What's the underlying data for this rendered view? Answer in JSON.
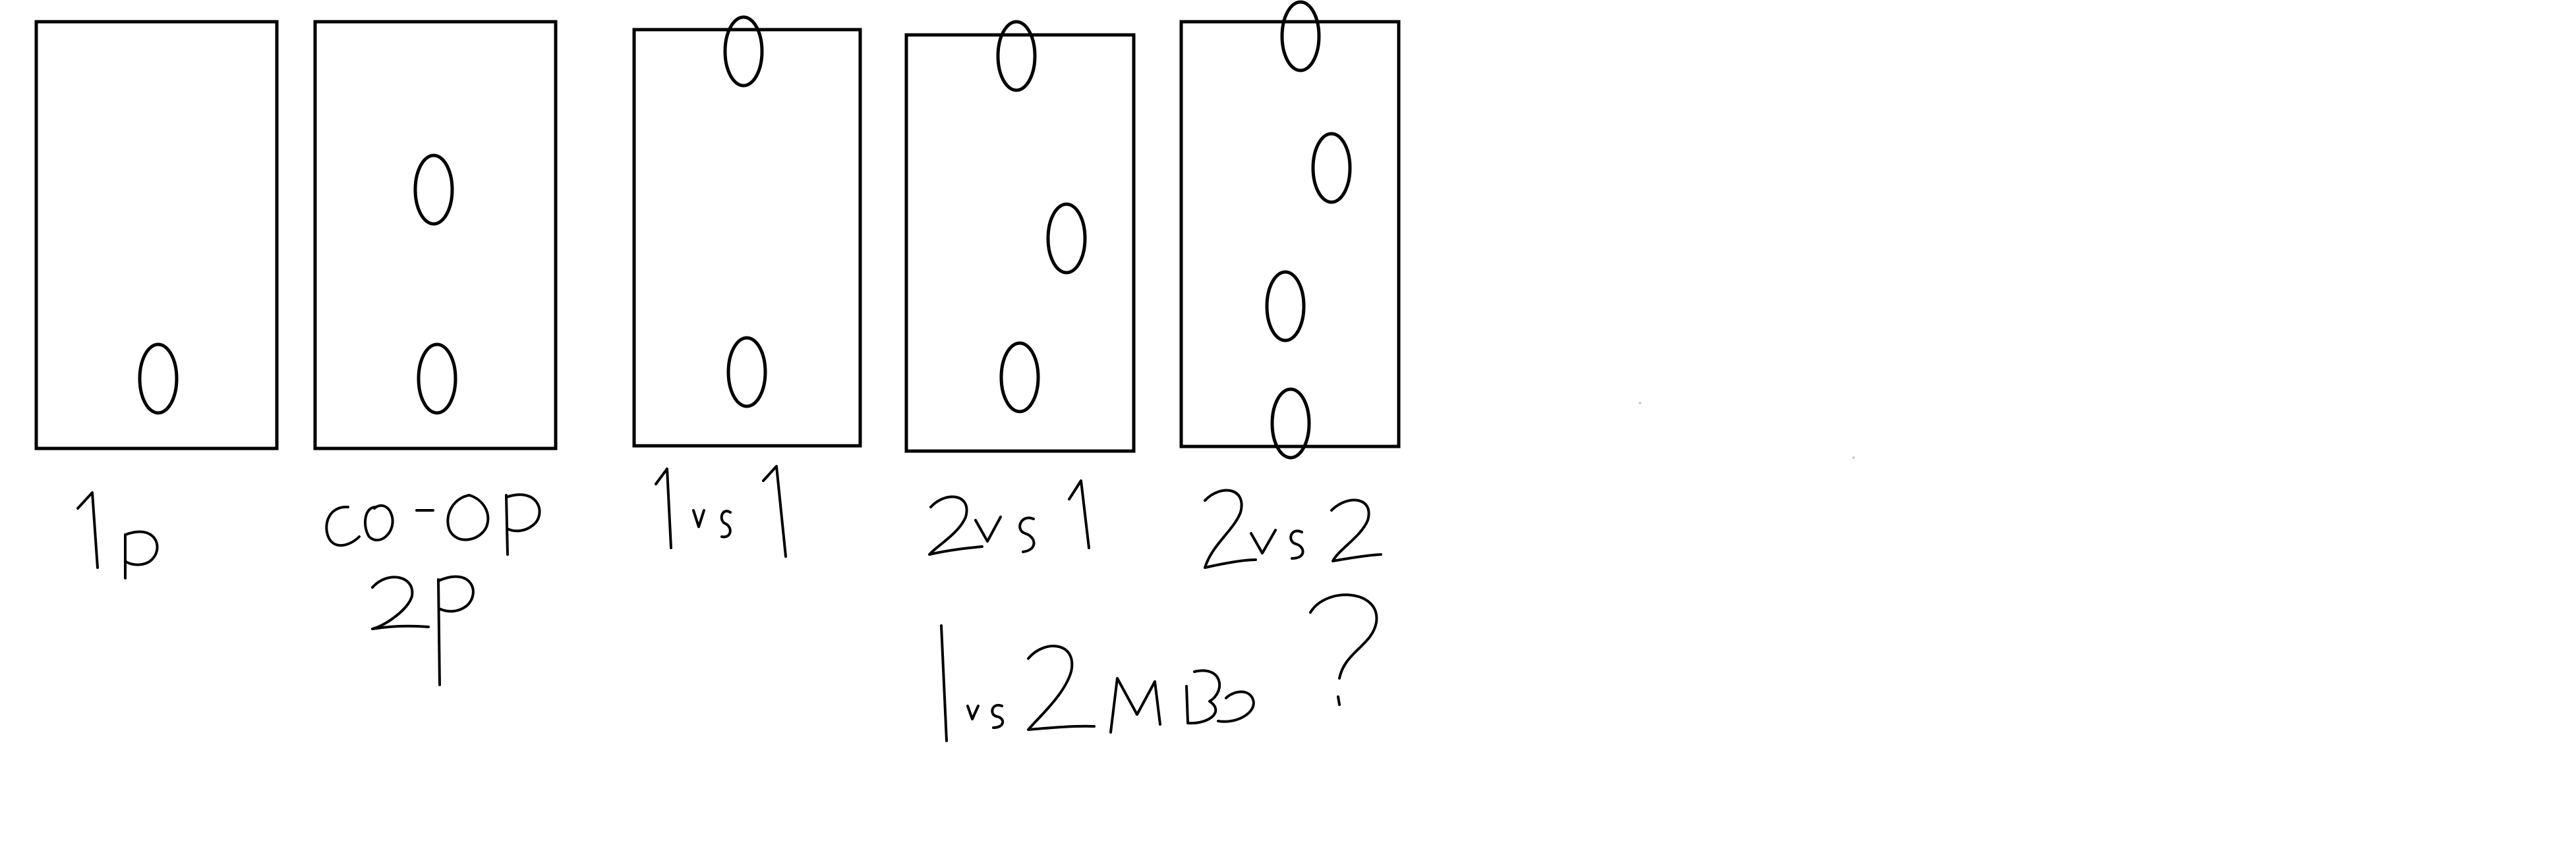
{
  "diagram": {
    "ink_color": "#000000",
    "background_color": "#ffffff",
    "panels": [
      {
        "label": "1P",
        "sublabel": "",
        "player_count": 1
      },
      {
        "label": "CO-OP",
        "sublabel": "2P",
        "player_count": 2
      },
      {
        "label": "1vs1",
        "sublabel": "",
        "player_count": 2
      },
      {
        "label": "2vs1",
        "sublabel": "",
        "player_count": 3
      },
      {
        "label": "2vs2",
        "sublabel": "",
        "player_count": 4
      }
    ],
    "footnote": "1vs2 MB ?"
  }
}
